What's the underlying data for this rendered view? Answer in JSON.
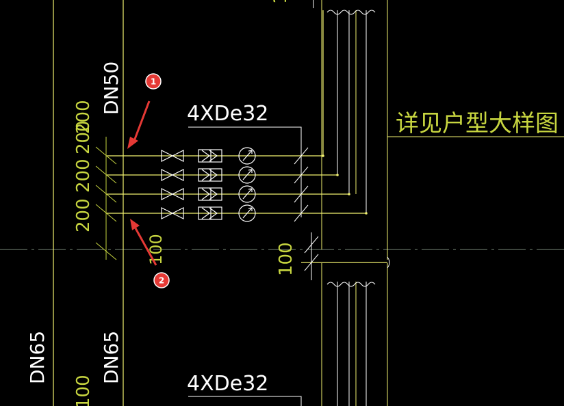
{
  "colors": {
    "background": "#000000",
    "yellow": "#f2f270",
    "white": "#ffffff",
    "greenish_yellow": "#c8d640",
    "marker_red": "#e53935"
  },
  "labels": {
    "dn50": "DN50",
    "dn65_left": "DN65",
    "dn65_right": "DN65",
    "pipe_top": "4XDe32",
    "pipe_bottom": "4XDe32",
    "detail_note": "详见户型大样图",
    "dim_200_a": "200",
    "dim_200_b": "200",
    "dim_200_c": "200",
    "dim_200_d": "200",
    "dim_100_lower": "100",
    "dim_100_bottom": "100",
    "dim_100_top": "100",
    "dim_100_vertical": "100"
  },
  "markers": [
    {
      "number": "1"
    },
    {
      "number": "2"
    }
  ],
  "icons": {
    "valve": "gate-valve-icon",
    "filter": "y-filter-icon",
    "meter": "water-meter-icon"
  }
}
